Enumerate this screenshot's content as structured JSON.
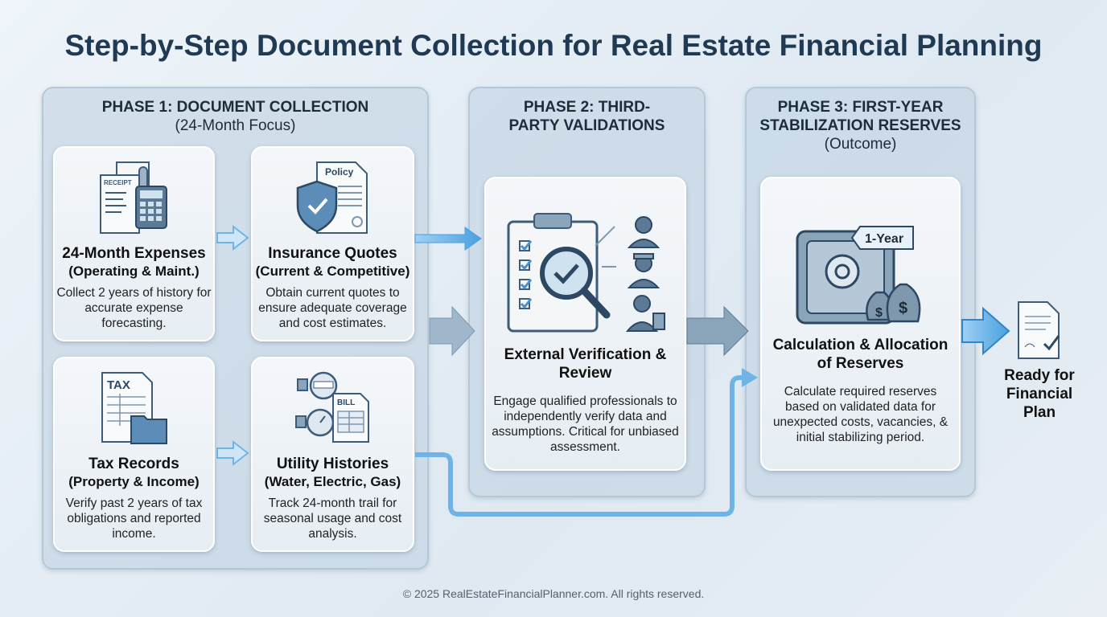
{
  "title": "Step-by-Step Document Collection for Real Estate Financial Planning",
  "phase1": {
    "title": "PHASE 1: DOCUMENT COLLECTION",
    "subtitle": "(24-Month Focus)",
    "cards": [
      {
        "title": "24-Month Expenses",
        "subtitle": "(Operating & Maint.)",
        "desc": "Collect 2 years of history for accurate expense forecasting.",
        "icon_label": "RECEIPT"
      },
      {
        "title": "Insurance Quotes",
        "subtitle": "(Current & Competitive)",
        "desc": "Obtain current quotes to ensure adequate coverage and cost estimates.",
        "icon_label": "Policy"
      },
      {
        "title": "Tax Records",
        "subtitle": "(Property & Income)",
        "desc": "Verify past 2 years of tax obligations and reported income.",
        "icon_label": "TAX"
      },
      {
        "title": "Utility Histories",
        "subtitle": "(Water, Electric, Gas)",
        "desc": "Track 24-month trail for seasonal usage and cost analysis.",
        "icon_label": "BILL"
      }
    ]
  },
  "phase2": {
    "title": "PHASE 2: THIRD-PARTY VALIDATIONS",
    "card": {
      "title": "External Verification & Review",
      "desc": "Engage qualified professionals to independently verify data and assumptions. Critical for unbiased assessment."
    }
  },
  "phase3": {
    "title": "PHASE 3: FIRST-YEAR STABILIZATION RESERVES",
    "subtitle": "(Outcome)",
    "card": {
      "title": "Calculation & Allocation of Reserves",
      "desc": "Calculate required reserves based on validated data for unexpected costs, vacancies, & initial stabilizing period.",
      "tag": "1-Year"
    }
  },
  "ready": "Ready for Financial Plan",
  "footer": "© 2025 RealEstateFinancialPlanner.com. All rights reserved.",
  "colors": {
    "title": "#1f3a52",
    "accent": "#5aa6e0",
    "icon": "#3d5c7a"
  }
}
